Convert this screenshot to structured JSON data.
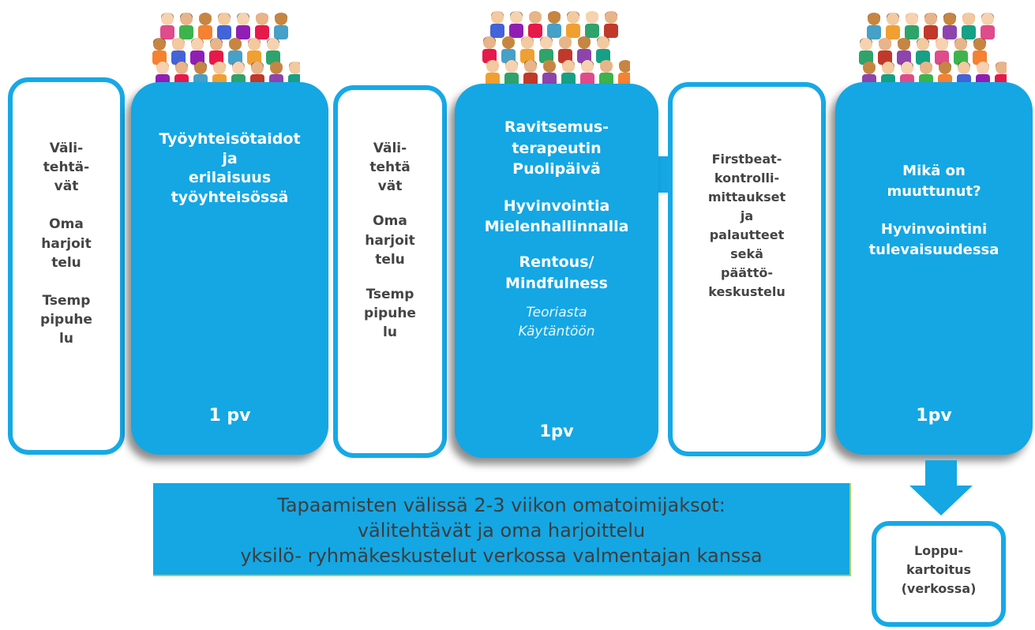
{
  "boxes": {
    "b1": {
      "lines": [
        "Väli-\ntehtä-\nvät",
        "Oma\nharjoit\ntelu",
        "Tsemp\npipuhe\nlu"
      ]
    },
    "b2": {
      "lines": [
        "Työyhteisötaidot\nja\nerilaisuus\ntyöyhteisössä"
      ],
      "duration": "1 pv"
    },
    "b3": {
      "lines": [
        "Väli-\ntehtä\nvät",
        "Oma\nharjoit\ntelu",
        "Tsemp\npipuhe\nlu"
      ]
    },
    "b4": {
      "lines": [
        "Ravitsemus-\nterapeutin\nPuolipäivä",
        "Hyvinvointia\nMielenhallinnalla",
        "Rentous/\nMindfulness"
      ],
      "note": "Teoriasta\nKäytäntöön",
      "duration": "1pv"
    },
    "b5": {
      "lines": [
        "Firstbeat-\nkontrolli-\nmittaukset\nja\npalautteet\nsekä\npäättö-\nkeskustelu"
      ]
    },
    "b6": {
      "lines": [
        "Mikä on\nmuuttunut?",
        "Hyvinvointini\ntulevaisuudessa"
      ],
      "duration": "1pv"
    }
  },
  "banner": {
    "line1": "Tapaamisten välissä  2-3 viikon omatoimijaksot:",
    "line2": "välitehtävät ja oma harjoittelu",
    "line3": "yksilö- ryhmäkeskustelut verkossa valmentajan kanssa"
  },
  "final": {
    "text": "Loppu-\nkartoitus\n(verkossa)"
  },
  "colors": {
    "accent": "#14a7e4",
    "text_dark": "#444444"
  },
  "icons": [
    "people-group-icon",
    "down-arrow-icon"
  ]
}
